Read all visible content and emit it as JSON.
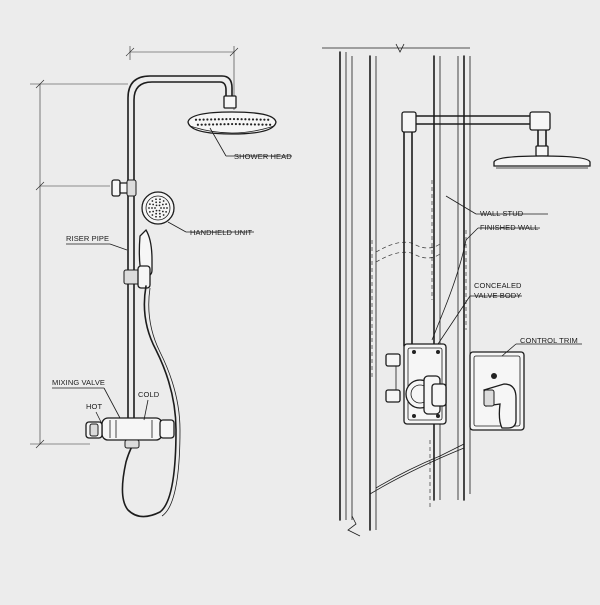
{
  "labels": {
    "shower_head": "SHOWER HEAD",
    "handheld_unit": "HANDHELD UNIT",
    "riser_pipe": "RISER PIPE",
    "mixing_valve": "MIXING VALVE",
    "cold": "COLD",
    "hot": "HOT",
    "wall_stud": "WALL STUD",
    "finished_wall": "FINISHED WALL",
    "concealed_valve_body_line1": "CONCEALED",
    "concealed_valve_body_line2": "VALVE BODY",
    "control_trim": "CONTROL TRIM"
  },
  "colors": {
    "background": "#ececec",
    "ink": "#1c1c1c"
  }
}
